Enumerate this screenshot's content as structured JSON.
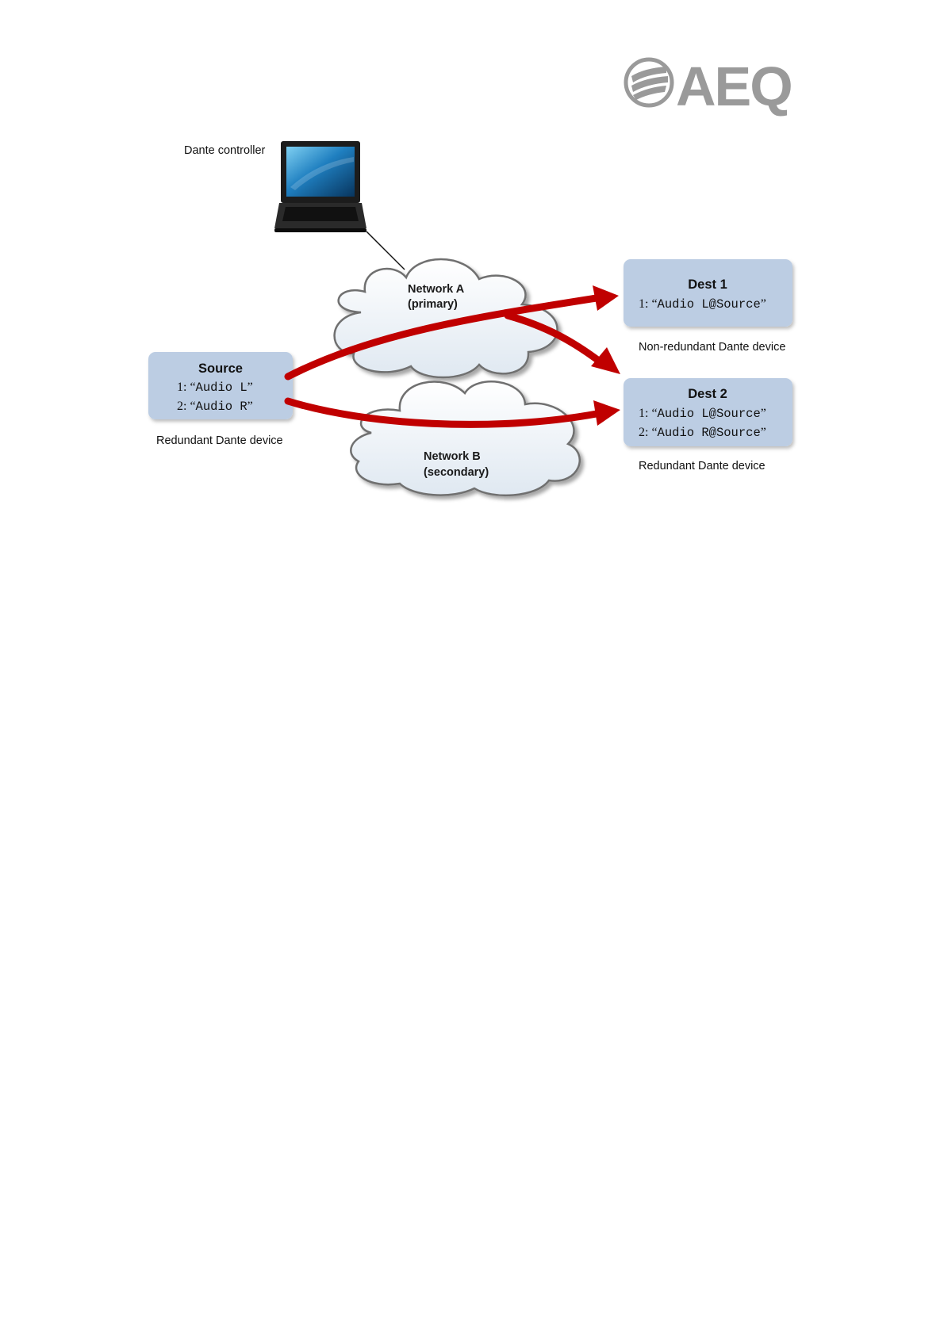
{
  "brand": {
    "logo_text": "AEQ",
    "logo_color": "#9a9a9a"
  },
  "controller": {
    "label": "Dante controller",
    "icon": "laptop-icon"
  },
  "networks": {
    "a": {
      "line1": "Network A",
      "line2": "(primary)"
    },
    "b": {
      "line1": "Network B",
      "line2": "(secondary)"
    }
  },
  "source": {
    "title": "Source",
    "channels": [
      {
        "num": "1: “",
        "name": "Audio L",
        "close": "”"
      },
      {
        "num": "2: “",
        "name": "Audio R",
        "close": "”"
      }
    ],
    "caption": "Redundant Dante device"
  },
  "dest1": {
    "title": "Dest 1",
    "channels": [
      {
        "num": "1: “",
        "name": "Audio L@Source",
        "close": "”"
      }
    ],
    "caption": "Non-redundant Dante device"
  },
  "dest2": {
    "title": "Dest 2",
    "channels": [
      {
        "num": "1: “",
        "name": "Audio L@Source",
        "close": "”"
      },
      {
        "num": "2: “",
        "name": "Audio R@Source",
        "close": "”"
      }
    ],
    "caption": "Redundant Dante device"
  },
  "colors": {
    "box_fill": "#bccde3",
    "arrow": "#c00000",
    "cloud_fill": "#eef3f8",
    "cloud_stroke": "#6f6f6f"
  }
}
